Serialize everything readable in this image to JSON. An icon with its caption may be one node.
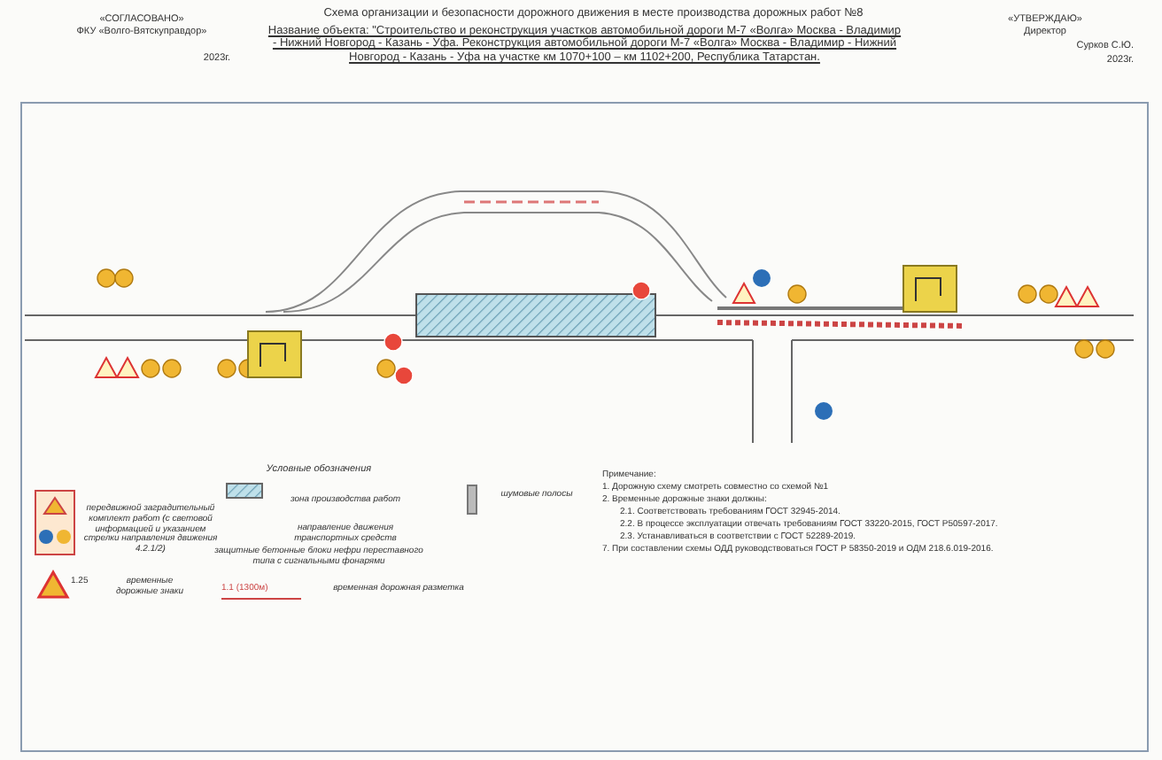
{
  "diagram": {
    "title": "Схема организации и безопасности дорожного движения в месте производства дорожных работ №8",
    "labels": [
      "«СОГЛАСОВАНО»",
      "ФКУ «Волго-Вятскуправдор»",
      "2023г.",
      "Название объекта: \"Строительство и реконструкция участков автомобильной дороги М-7 «Волга» Москва - Владимир - Нижний Новгород - Казань - Уфа. Реконструкция автомобильной дороги М-7 «Волга» Москва - Владимир - Нижний Новгород - Казань - Уфа на участке км 1070+100 – км 1102+200, Республика Татарстан.",
      "«УТВЕРЖДАЮ»",
      "Директор",
      "Сурков С.Ю.",
      "2023г.",
      "Условные обозначения",
      "Примечание:",
      "1. Дорожную схему смотреть совместно со схемой №1",
      "2. Временные дорожные знаки должны:",
      "2.1. Соответствовать требованиям ГОСТ 32945-2014.",
      "2.2. В процессе эксплуатации отвечать требованиям ГОСТ 33220-2015, ГОСТ Р50597-2017.",
      "2.3. Устанавливаться в соответствии с ГОСТ 52289-2019.",
      "7. При составлении схемы ОДД руководствоваться ГОСТ Р 58350-2019 и ОДМ 218.6.019-2016."
    ],
    "legend": [
      {
        "text": "передвижной заградительный комплект работ (с световой информацией и указанием стрелки направления движения 4.2.1/2)"
      },
      {
        "text": "зона производства работ"
      },
      {
        "text": "направление движения транспортных средств"
      },
      {
        "text": "защитные бетонные блоки нефри переставного типа с сигнальными фонарями"
      },
      {
        "text": "шумовые полосы"
      },
      {
        "text": "1.25"
      },
      {
        "text": "временные дорожные знаки"
      },
      {
        "text": "1.1 (1300м)"
      },
      {
        "text": "временная дорожная разметка"
      }
    ]
  }
}
